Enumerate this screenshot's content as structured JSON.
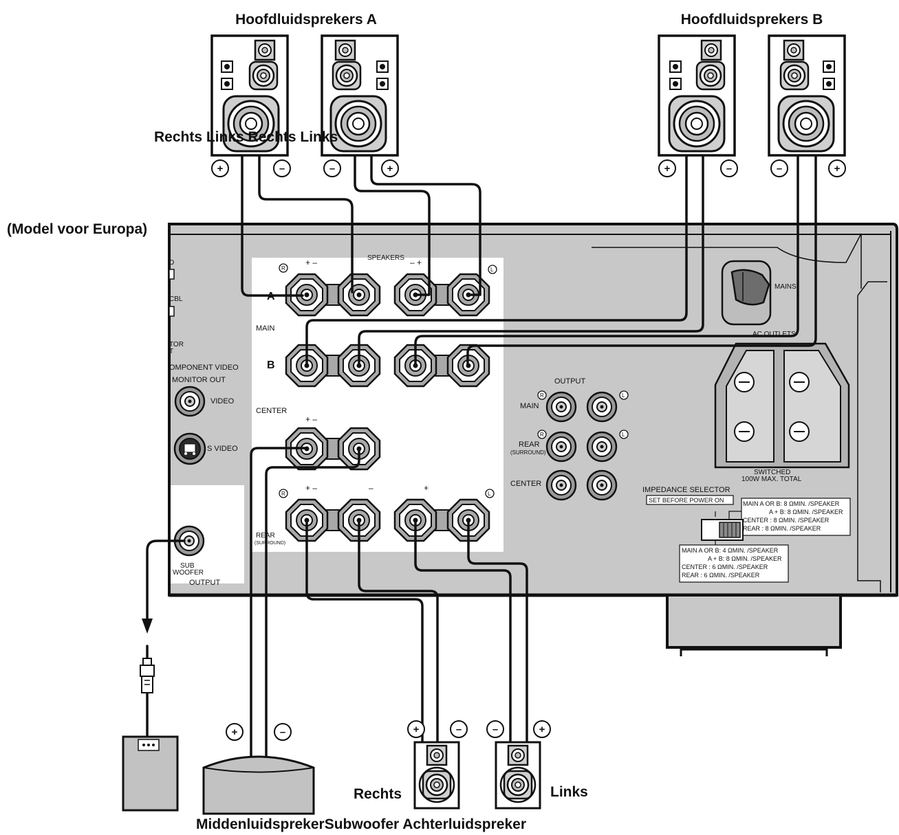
{
  "labels": {
    "main_a_title": "Hoofdluidsprekers A",
    "main_b_title": "Hoofdluidsprekers B",
    "right_left_a": "Rechts Links Rechts Links",
    "model": "(Model voor Europa)",
    "rear_right": "Rechts",
    "rear_left": "Links",
    "bottom": "MiddenluidsprekerSubwoofer Achterluidspreker"
  },
  "panel": {
    "speakers": "SPEAKERS",
    "row_a": "A",
    "row_b": "B",
    "main": "MAIN",
    "center": "CENTER",
    "rear": "REAR",
    "surround": "(SURROUND)",
    "plus_minus": "+ –",
    "minus_plus": "– +",
    "minus": "–",
    "plus": "+",
    "r": "R",
    "l": "L",
    "d_frag": "D",
    "cbl_frag": "CBL",
    "tor_frag": "TOR",
    "t_frag": "T",
    "component_video": "OMPONENT VIDEO",
    "monitor_out": "MONITOR OUT",
    "video": "VIDEO",
    "s_video": "S VIDEO",
    "sub": "SUB",
    "woofer": "WOOFER",
    "output": "OUTPUT",
    "output_hdr": "OUTPUT",
    "out_main": "MAIN",
    "out_rear": "REAR",
    "out_surround": "(SURROUND)",
    "out_center": "CENTER",
    "mains": "MAINS",
    "ac_outlets": "AC OUTLETS",
    "switched": "SWITCHED",
    "max_total": "100W MAX. TOTAL",
    "impedance_selector": "IMPEDANCE SELECTOR",
    "set_before": "SET BEFORE POWER ON",
    "imp_top": [
      "MAIN A OR B: 8 ΩMIN. /SPEAKER",
      "A + B: 8 ΩMIN. /SPEAKER",
      "CENTER      : 8 ΩMIN. /SPEAKER",
      "REAR          : 8 ΩMIN. /SPEAKER"
    ],
    "imp_bottom": [
      "MAIN A OR B: 4 ΩMIN. /SPEAKER",
      "A + B: 8 ΩMIN. /SPEAKER",
      "CENTER      : 6 ΩMIN. /SPEAKER",
      "REAR          : 6 ΩMIN. /SPEAKER"
    ]
  },
  "polarity": {
    "plus": "+",
    "minus": "–"
  },
  "colors": {
    "ink": "#111111",
    "panel_gray": "#c8c8c8",
    "panel_white": "#ffffff",
    "terminal_gray": "#a9a9a9"
  }
}
